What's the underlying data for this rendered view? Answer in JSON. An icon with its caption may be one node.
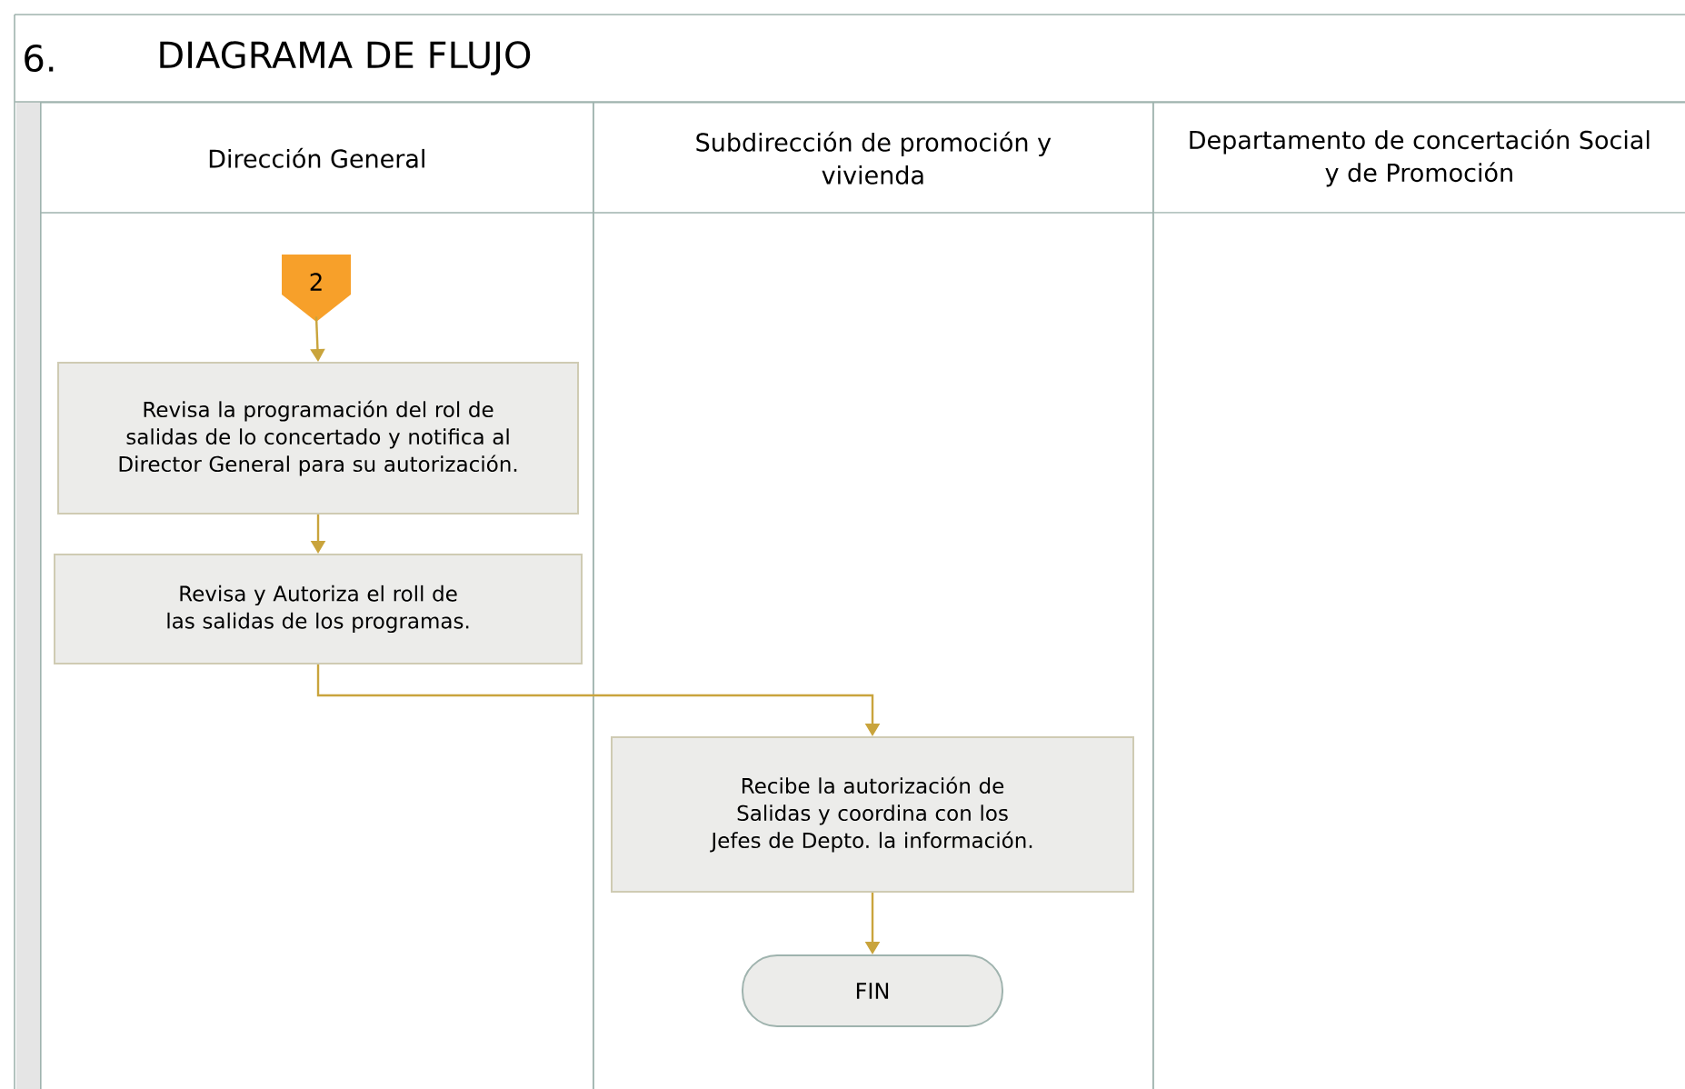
{
  "diagram": {
    "title": "DIAGRAMA DE FLUJO",
    "nodes": [
      {
        "text": [
          "Dirección General"
        ]
      },
      {
        "text": [
          "Subdirección de promoción y vivienda"
        ]
      },
      {
        "text": [
          "Departamento de concertación Social y de Promoción"
        ]
      },
      {
        "text": [
          "2"
        ],
        "in": 0
      },
      {
        "text": [
          "Revisa la programación del rol de salidas de lo concertado y notifica al Director General para su autorización."
        ],
        "in": 0
      },
      {
        "text": [
          "Revisa y Autoriza el roll de las salidas de los programas."
        ],
        "in": 0
      },
      {
        "text": [
          "Recibe la autorización de Salidas y coordina con los Jefes de Depto. la información."
        ],
        "in": 1
      },
      {
        "text": [
          "FIN"
        ],
        "in": 1
      }
    ],
    "edges": [
      {
        "from": 3,
        "to": 4,
        "arrow": "to"
      },
      {
        "from": 4,
        "to": 5,
        "arrow": "to"
      },
      {
        "from": 5,
        "to": 6,
        "arrow": "to"
      },
      {
        "from": 6,
        "to": 7,
        "arrow": "to"
      }
    ],
    "labels": [
      "6."
    ]
  }
}
